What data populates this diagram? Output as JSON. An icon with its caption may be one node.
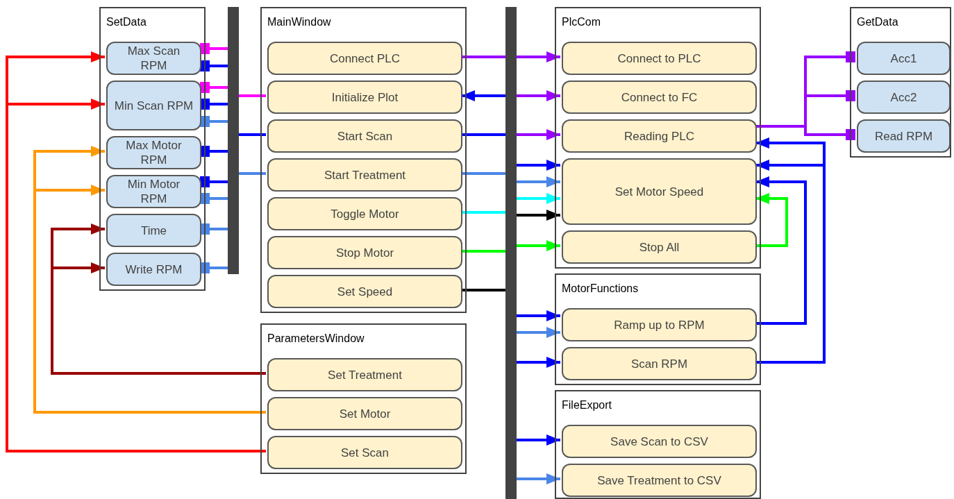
{
  "diagram": {
    "nodes": [
      {
        "text": [
          "SetData"
        ]
      },
      {
        "text": [
          "Max Scan RPM"
        ],
        "in": 0
      },
      {
        "text": [
          "Min Scan RPM"
        ],
        "in": 0
      },
      {
        "text": [
          "Max Motor RPM"
        ],
        "in": 0
      },
      {
        "text": [
          "Min Motor RPM"
        ],
        "in": 0
      },
      {
        "text": [
          "Time"
        ],
        "in": 0
      },
      {
        "text": [
          "Write RPM"
        ],
        "in": 0
      },
      {
        "text": [],
        "shape": "bar"
      },
      {
        "text": [
          "MainWindow"
        ]
      },
      {
        "text": [
          "Connect PLC"
        ],
        "in": 8
      },
      {
        "text": [
          "Initialize Plot"
        ],
        "in": 8
      },
      {
        "text": [
          "Start Scan"
        ],
        "in": 8
      },
      {
        "text": [
          "Start Treatment"
        ],
        "in": 8
      },
      {
        "text": [
          "Toggle Motor"
        ],
        "in": 8
      },
      {
        "text": [
          "Stop Motor"
        ],
        "in": 8
      },
      {
        "text": [
          "Set Speed"
        ],
        "in": 8
      },
      {
        "text": [
          "ParametersWindow"
        ]
      },
      {
        "text": [
          "Set Treatment"
        ],
        "in": 16
      },
      {
        "text": [
          "Set Motor"
        ],
        "in": 16
      },
      {
        "text": [
          "Set Scan"
        ],
        "in": 16
      },
      {
        "text": [],
        "shape": "bar"
      },
      {
        "text": [
          "PlcCom"
        ]
      },
      {
        "text": [
          "Connect to PLC"
        ],
        "in": 21
      },
      {
        "text": [
          "Connect to FC"
        ],
        "in": 21
      },
      {
        "text": [
          "Reading PLC"
        ],
        "in": 21
      },
      {
        "text": [
          "Set Motor Speed"
        ],
        "in": 21
      },
      {
        "text": [
          "Stop All"
        ],
        "in": 21
      },
      {
        "text": [
          "MotorFunctions"
        ]
      },
      {
        "text": [
          "Ramp up to RPM"
        ],
        "in": 27
      },
      {
        "text": [
          "Scan RPM"
        ],
        "in": 27
      },
      {
        "text": [
          "FileExport"
        ]
      },
      {
        "text": [
          "Save Scan to CSV"
        ],
        "in": 30
      },
      {
        "text": [
          "Save Treatment to CSV"
        ],
        "in": 30
      },
      {
        "text": [
          "GetData"
        ]
      },
      {
        "text": [
          "Acc1"
        ],
        "in": 33
      },
      {
        "text": [
          "Acc2"
        ],
        "in": 33
      },
      {
        "text": [
          "Read RPM"
        ],
        "in": 33
      }
    ],
    "edges": [
      {
        "from": 1,
        "to": 7,
        "arrow": "other",
        "color": "#ff00ff"
      },
      {
        "from": 1,
        "to": 7,
        "arrow": "other"
      },
      {
        "from": 2,
        "to": 7,
        "arrow": "other",
        "color": "#ff00ff"
      },
      {
        "from": 2,
        "to": 7,
        "arrow": "other"
      },
      {
        "from": 2,
        "to": 7,
        "arrow": "other",
        "color": "#4a86e8"
      },
      {
        "from": 3,
        "to": 7,
        "arrow": "other"
      },
      {
        "from": 4,
        "to": 7,
        "arrow": "other"
      },
      {
        "from": 4,
        "to": 7,
        "arrow": "other",
        "color": "#4a86e8"
      },
      {
        "from": 5,
        "to": 7,
        "arrow": "other",
        "color": "#4a86e8"
      },
      {
        "from": 6,
        "to": 7,
        "arrow": "other",
        "color": "#4a86e8"
      },
      {
        "from": 7,
        "to": 10,
        "arrow": "none",
        "color": "#ff00ff"
      },
      {
        "from": 7,
        "to": 11,
        "arrow": "none"
      },
      {
        "from": 7,
        "to": 12,
        "arrow": "none",
        "color": "#4a86e8"
      },
      {
        "from": 9,
        "to": 20,
        "arrow": "none",
        "color": "#9900ff"
      },
      {
        "from": 20,
        "to": 22,
        "arrow": "to",
        "color": "#9900ff"
      },
      {
        "from": 20,
        "to": 10,
        "arrow": "to"
      },
      {
        "from": 20,
        "to": 23,
        "arrow": "to",
        "color": "#9900ff"
      },
      {
        "from": 11,
        "to": 20,
        "arrow": "none"
      },
      {
        "from": 20,
        "to": 24,
        "arrow": "to",
        "color": "#9900ff"
      },
      {
        "from": 12,
        "to": 20,
        "arrow": "none",
        "color": "#4a86e8"
      },
      {
        "from": 13,
        "to": 20,
        "arrow": "none",
        "color": "#00ffff"
      },
      {
        "from": 14,
        "to": 20,
        "arrow": "none",
        "color": "#00ff00"
      },
      {
        "from": 15,
        "to": 20,
        "arrow": "none",
        "color": "#000000"
      },
      {
        "from": 20,
        "to": 25,
        "arrow": "to"
      },
      {
        "from": 20,
        "to": 25,
        "arrow": "to",
        "color": "#4a86e8"
      },
      {
        "from": 20,
        "to": 25,
        "arrow": "to",
        "color": "#00ffff"
      },
      {
        "from": 20,
        "to": 25,
        "arrow": "to",
        "color": "#000000"
      },
      {
        "from": 20,
        "to": 26,
        "arrow": "to",
        "color": "#00ff00"
      },
      {
        "from": 20,
        "to": 28,
        "arrow": "to"
      },
      {
        "from": 20,
        "to": 28,
        "arrow": "to",
        "color": "#4a86e8"
      },
      {
        "from": 20,
        "to": 29,
        "arrow": "to"
      },
      {
        "from": 20,
        "to": 31,
        "arrow": "to"
      },
      {
        "from": 20,
        "to": 32,
        "arrow": "to",
        "color": "#4a86e8"
      },
      {
        "from": 34,
        "to": 24,
        "arrow": "other",
        "color": "#9900ff"
      },
      {
        "from": 35,
        "to": 24,
        "arrow": "other",
        "color": "#9900ff"
      },
      {
        "from": 36,
        "to": 24,
        "arrow": "other",
        "color": "#9900ff"
      },
      {
        "from": 29,
        "to": 24,
        "arrow": "to"
      },
      {
        "from": 29,
        "to": 25,
        "arrow": "to"
      },
      {
        "from": 28,
        "to": 25,
        "arrow": "to"
      },
      {
        "from": 26,
        "to": 25,
        "arrow": "to",
        "color": "#00ff00"
      },
      {
        "from": 17,
        "to": 5,
        "arrow": "to",
        "color": "#990000"
      },
      {
        "from": 17,
        "to": 6,
        "arrow": "to",
        "color": "#990000"
      },
      {
        "from": 18,
        "to": 3,
        "arrow": "to",
        "color": "#ff9900"
      },
      {
        "from": 18,
        "to": 4,
        "arrow": "to",
        "color": "#ff9900"
      },
      {
        "from": 19,
        "to": 1,
        "arrow": "to",
        "color": "#ff0000"
      },
      {
        "from": 19,
        "to": 2,
        "arrow": "to",
        "color": "#ff0000"
      }
    ]
  }
}
